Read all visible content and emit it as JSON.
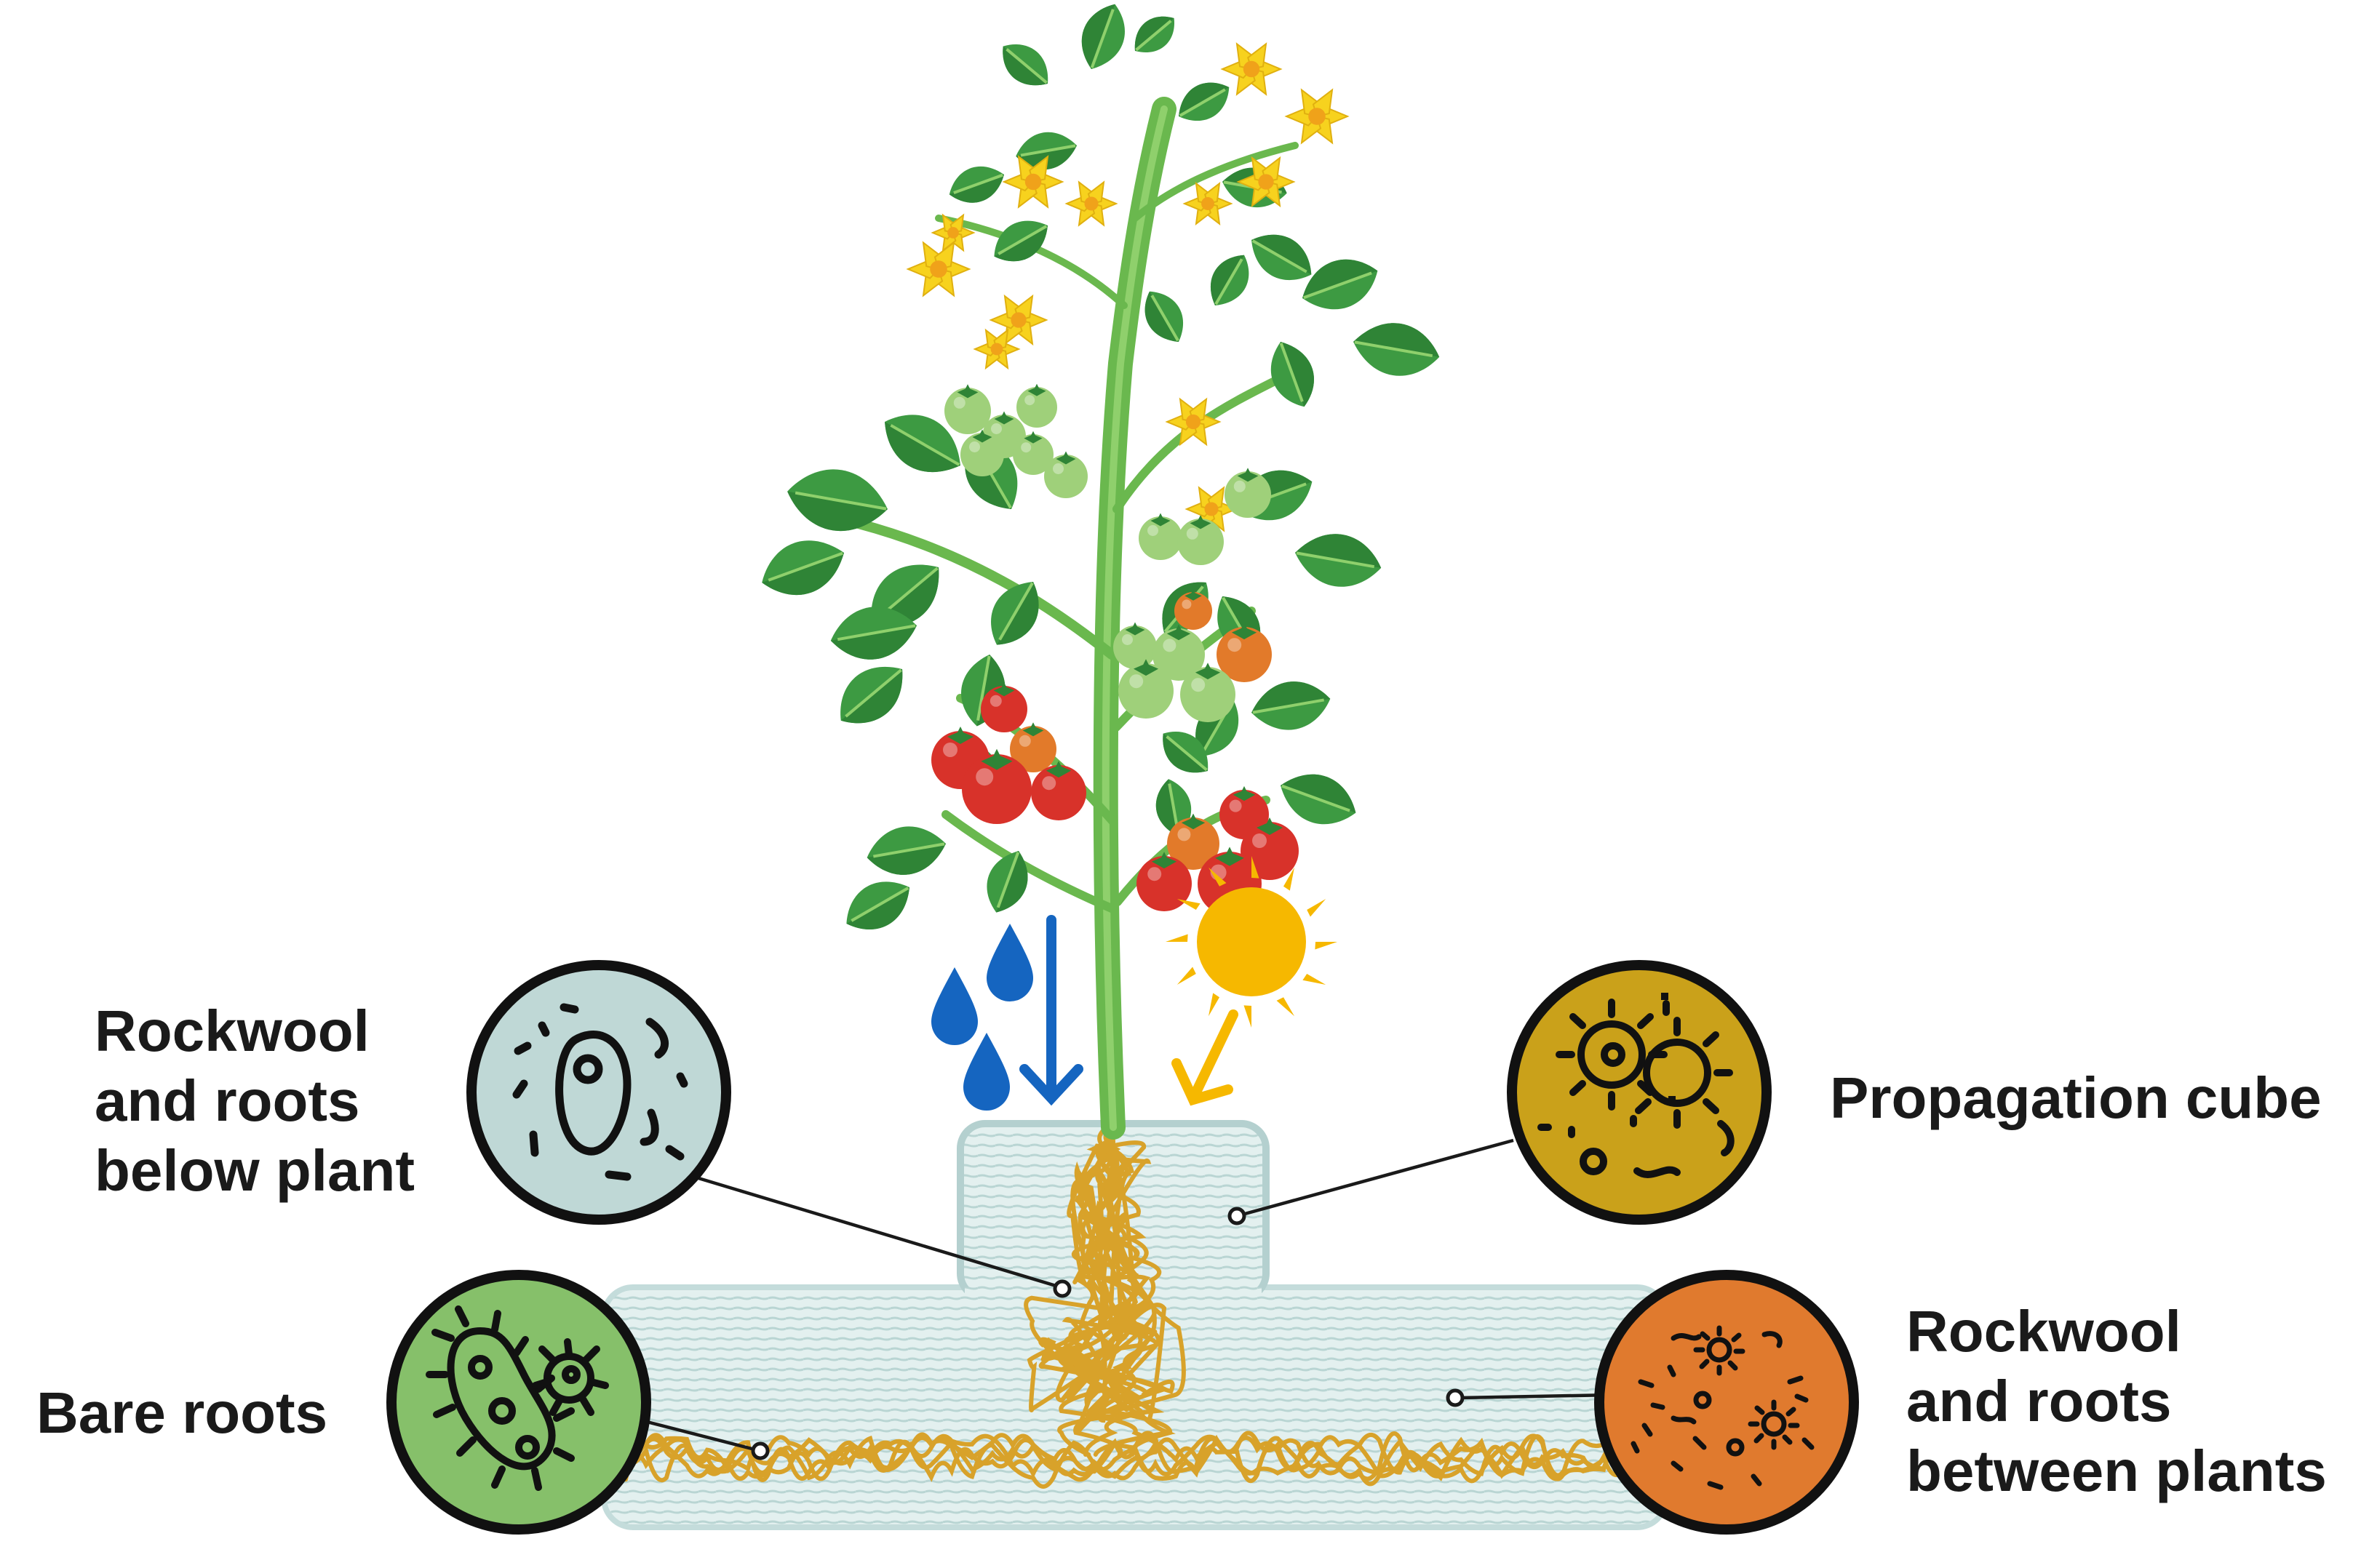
{
  "labels": {
    "below_plant": [
      "Rockwool",
      "and roots",
      "below plant"
    ],
    "bare_roots": "Bare roots",
    "propagation_cube": "Propagation cube",
    "between_plants": [
      "Rockwool",
      "and roots",
      "between plants"
    ]
  },
  "icons": {
    "below_plant": "microbe-cell-icon",
    "bare_roots": "bacteria-icon",
    "propagation_cube": "virus-cluster-icon",
    "between_plants": "sparse-microbes-icon",
    "water": "water-drops-icon",
    "sun": "sun-icon"
  },
  "colors": {
    "below_plant_circle": "#bfd8d6",
    "bare_roots_circle": "#86c06a",
    "propagation_cube_circle": "#caa11a",
    "between_plants_circle": "#e07a2e",
    "rockwool": "#dfeeed",
    "rockwool_line": "#b7d3d2",
    "roots": "#d9a42a",
    "water": "#1565c0",
    "sun": "#f6b800",
    "leaf": "#3d9a42",
    "stem": "#6ab84e",
    "flower": "#f7d21e",
    "tomato_red": "#d8322a",
    "tomato_orange": "#e27a2a",
    "tomato_green": "#9fd07a"
  }
}
